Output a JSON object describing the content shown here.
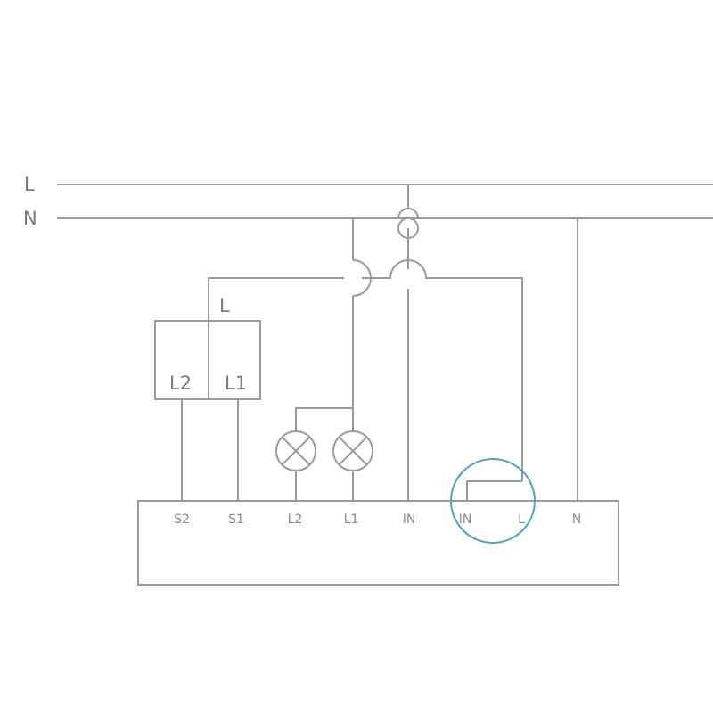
{
  "rails": {
    "line_label": "L",
    "neutral_label": "N"
  },
  "switch": {
    "input_label": "L",
    "output_2_label": "L2",
    "output_1_label": "L1"
  },
  "device": {
    "terminals": [
      "S2",
      "S1",
      "L2",
      "L1",
      "IN",
      "IN",
      "L",
      "N"
    ]
  },
  "colors": {
    "wire": "#9a9a9a",
    "highlight": "#4aa6c2",
    "text": "#7a7a7a"
  },
  "icons": [
    "lamp-icon",
    "lamp-icon"
  ]
}
